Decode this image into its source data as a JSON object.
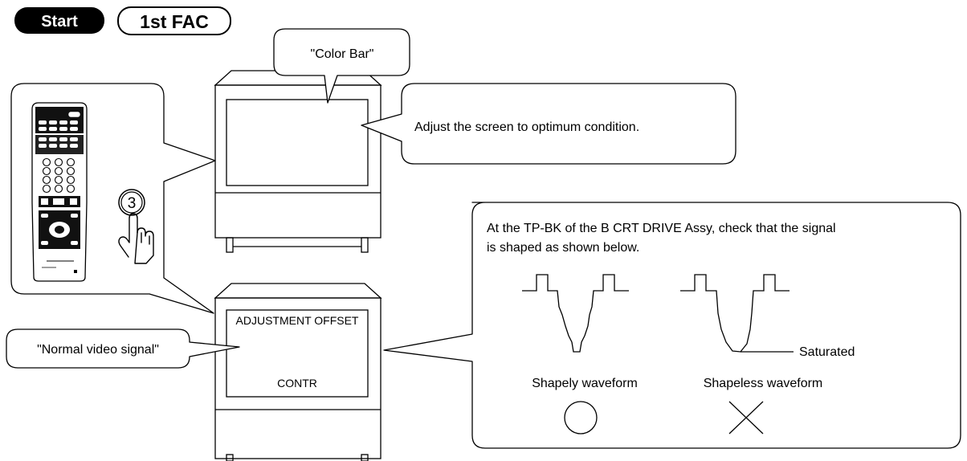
{
  "header": {
    "start_label": "Start",
    "fac_label": "1st FAC"
  },
  "callouts": {
    "color_bar": "\"Color Bar\"",
    "adjust_screen": "Adjust the screen to optimum condition.",
    "normal_video": "\"Normal video signal\"",
    "check_line1": "At the TP-BK of the B CRT DRIVE Assy, check that the signal",
    "check_line2": "is shaped as shown below."
  },
  "remote": {
    "step_number": "3"
  },
  "lower_monitor": {
    "menu_title": "ADJUSTMENT  OFFSET",
    "menu_item": "CONTR"
  },
  "waveforms": {
    "good_caption": "Shapely waveform",
    "bad_caption": "Shapeless waveform",
    "saturated_label": "Saturated",
    "good_mark": "circle",
    "bad_mark": "cross"
  },
  "colors": {
    "badge_fill": "#000000",
    "line": "#000000",
    "background": "#ffffff"
  }
}
